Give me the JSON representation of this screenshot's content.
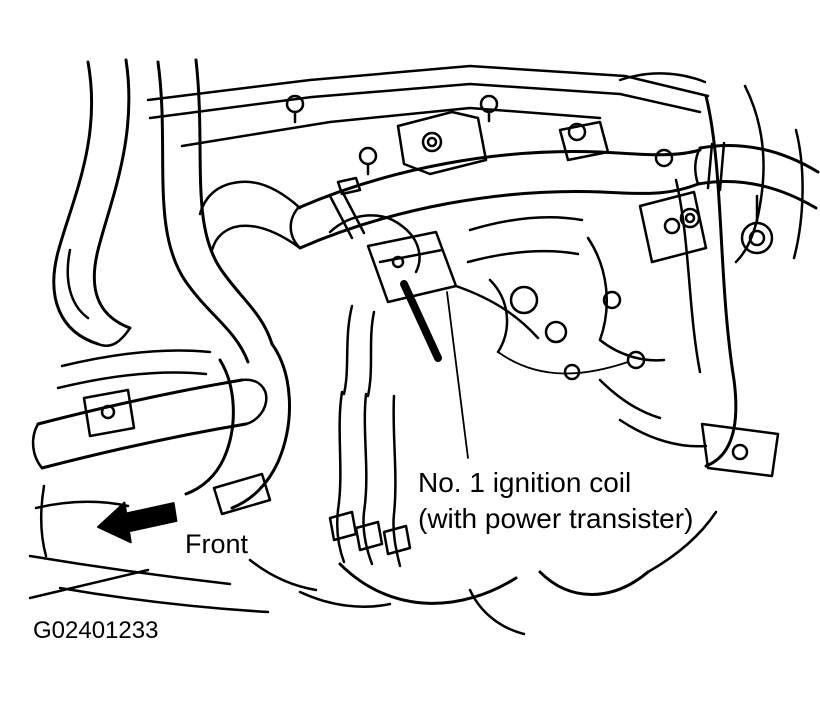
{
  "figure": {
    "code": "G02401233",
    "front_label": "Front",
    "callout": {
      "line1": "No. 1 ignition coil",
      "line2": "(with power transister)"
    }
  },
  "colors": {
    "line": "#000000",
    "background": "#ffffff"
  }
}
